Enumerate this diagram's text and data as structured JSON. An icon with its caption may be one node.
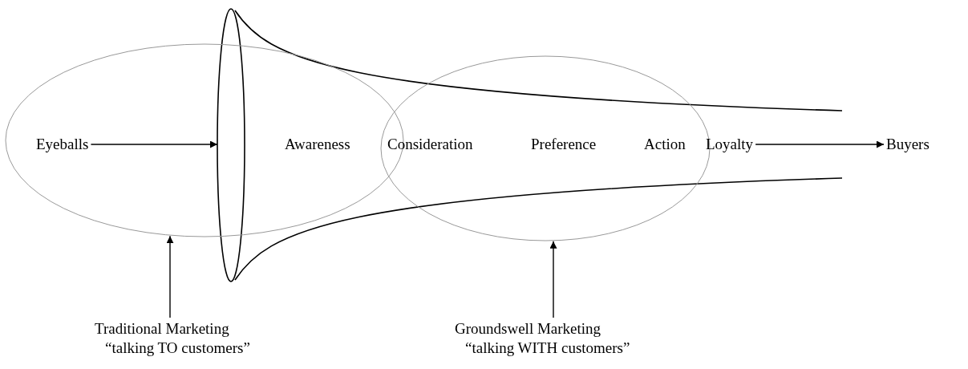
{
  "diagram": {
    "nodes": [
      {
        "text": [
          "Eyeballs"
        ],
        "in": 2
      },
      {
        "text": [],
        "shape": "funnel"
      },
      {
        "text": [],
        "shape": "ellipse"
      },
      {
        "text": [],
        "shape": "ellipse"
      },
      {
        "text": [
          "Loyalty"
        ]
      },
      {
        "text": [
          "Buyers"
        ]
      },
      {
        "text": [
          "Traditional Marketing",
          "“talking TO customers”"
        ]
      },
      {
        "text": [
          "Groundswell Marketing",
          "“talking WITH customers”"
        ]
      }
    ],
    "edges": [
      {
        "from": 0,
        "to": 1,
        "arrow": "to"
      },
      {
        "from": 4,
        "to": 5,
        "arrow": "to"
      },
      {
        "from": 6,
        "to": 2,
        "arrow": "to"
      },
      {
        "from": 7,
        "to": 3,
        "arrow": "to"
      }
    ],
    "labels": [
      "Awareness",
      "Consideration",
      "Preference",
      "Action"
    ]
  }
}
